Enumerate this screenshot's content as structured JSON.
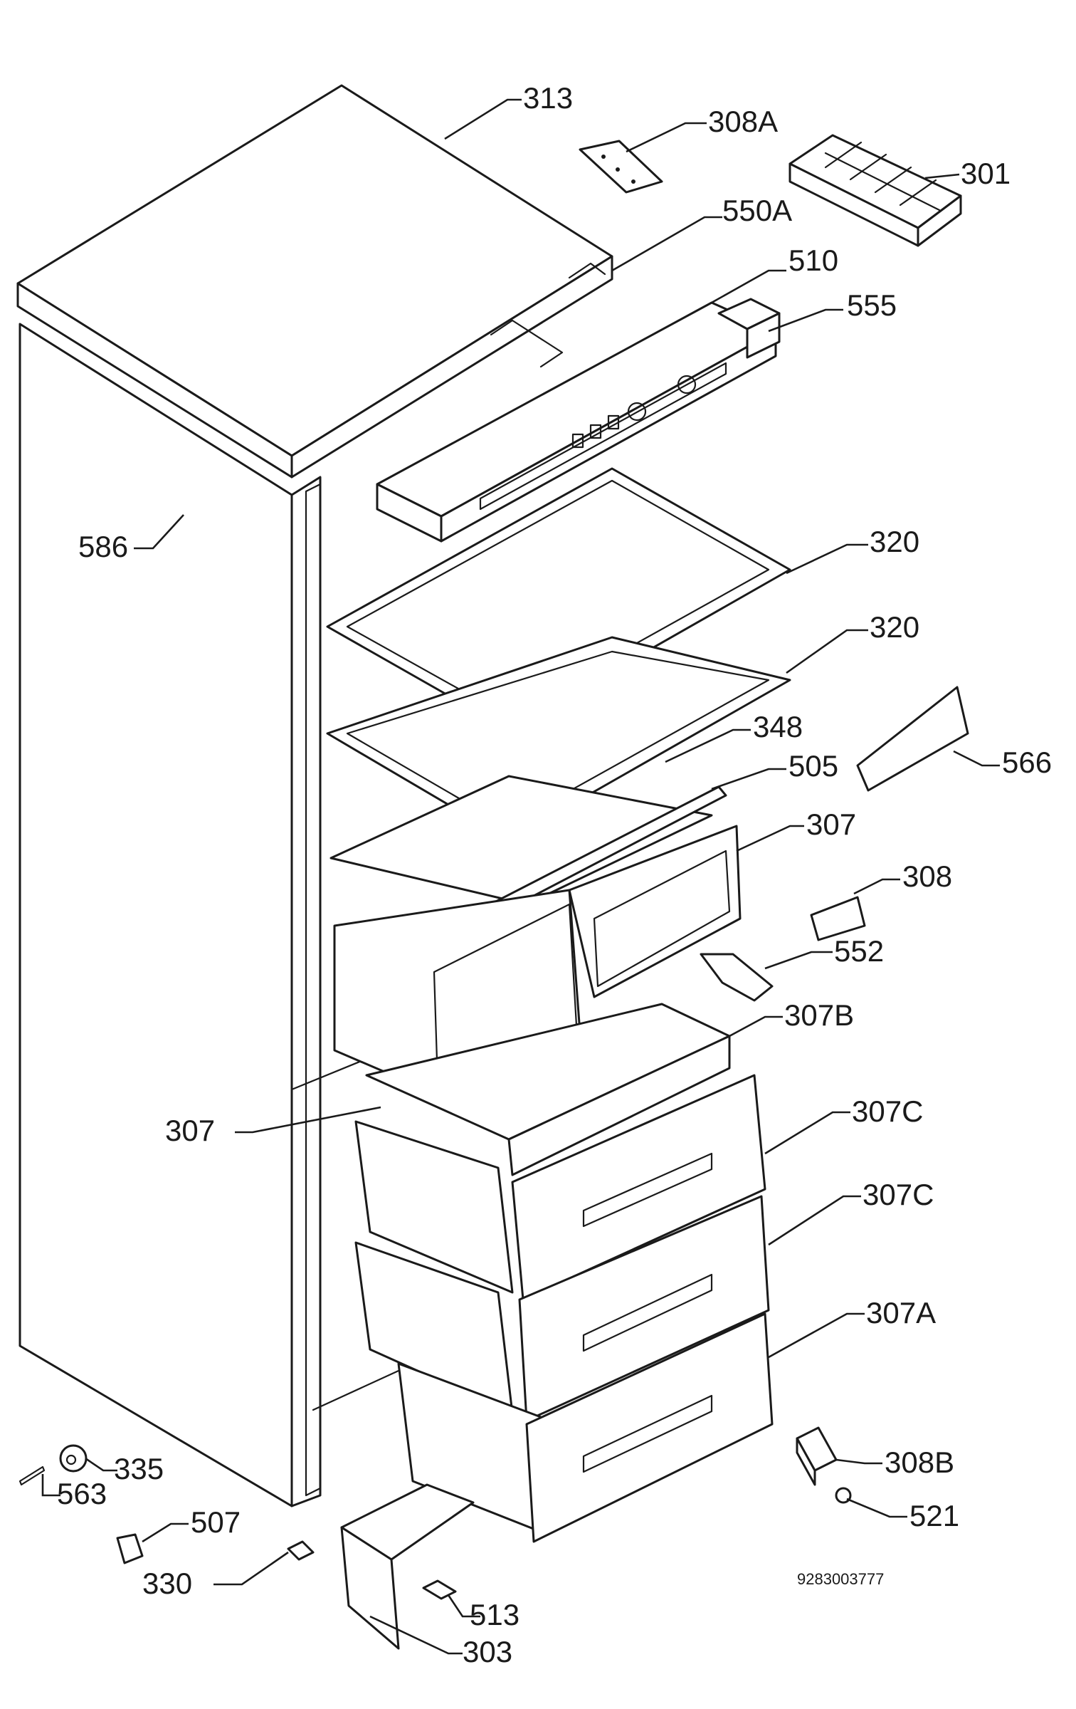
{
  "diagram": {
    "doc_number": "9283003777",
    "callouts": [
      {
        "id": "313",
        "text": "313"
      },
      {
        "id": "308A",
        "text": "308A"
      },
      {
        "id": "301",
        "text": "301"
      },
      {
        "id": "550A",
        "text": "550A"
      },
      {
        "id": "510",
        "text": "510"
      },
      {
        "id": "555",
        "text": "555"
      },
      {
        "id": "586",
        "text": "586"
      },
      {
        "id": "320a",
        "text": "320"
      },
      {
        "id": "320b",
        "text": "320"
      },
      {
        "id": "348",
        "text": "348"
      },
      {
        "id": "505",
        "text": "505"
      },
      {
        "id": "566",
        "text": "566"
      },
      {
        "id": "307top",
        "text": "307"
      },
      {
        "id": "308",
        "text": "308"
      },
      {
        "id": "552",
        "text": "552"
      },
      {
        "id": "307B",
        "text": "307B"
      },
      {
        "id": "307left",
        "text": "307"
      },
      {
        "id": "307C1",
        "text": "307C"
      },
      {
        "id": "307C2",
        "text": "307C"
      },
      {
        "id": "307A",
        "text": "307A"
      },
      {
        "id": "335",
        "text": "335"
      },
      {
        "id": "563",
        "text": "563"
      },
      {
        "id": "308B",
        "text": "308B"
      },
      {
        "id": "507",
        "text": "507"
      },
      {
        "id": "521",
        "text": "521"
      },
      {
        "id": "330",
        "text": "330"
      },
      {
        "id": "513",
        "text": "513"
      },
      {
        "id": "303",
        "text": "303"
      }
    ]
  }
}
